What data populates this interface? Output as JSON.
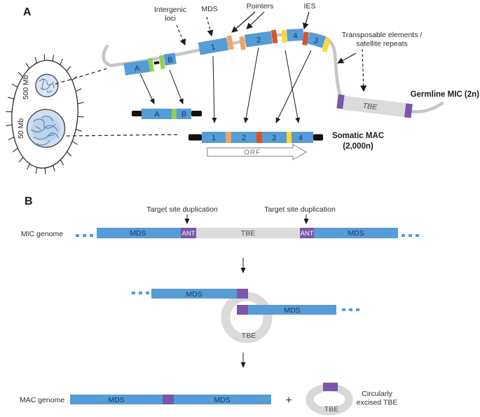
{
  "panel_a": {
    "label": "A",
    "cell": {
      "mic_genome_size": "500 Mb",
      "mac_genome_size": "50 Mb"
    },
    "labels": {
      "intergenic_line1": "Intergenic",
      "intergenic_line2": "loci",
      "mds": "MDS",
      "pointers": "Pointers",
      "ies": "IES",
      "transposable_line1": "Transposable elements /",
      "transposable_line2": "satellite repeats",
      "germline": "Germline MIC (2n)",
      "somatic_line1": "Somatic MAC",
      "somatic_line2": "(2,000n)",
      "tbe": "TBE",
      "orf": "ORF"
    },
    "germline_segments": {
      "a": "A",
      "b": "B",
      "s1": "1",
      "s2": "2",
      "s4": "4",
      "s3": "3"
    },
    "mac_gene_segments": {
      "a": "A",
      "b": "B"
    },
    "mac_orf_segments": {
      "s1": "1",
      "s2": "2",
      "s3": "3",
      "s4": "4"
    }
  },
  "panel_b": {
    "label": "B",
    "target_site_duplication": "Target site duplication",
    "mic_genome": "MIC genome",
    "mac_genome": "MAC genome",
    "mds": "MDS",
    "ant": "ANT",
    "tbe": "TBE",
    "plus": "+",
    "circular_line1": "Circularly",
    "circular_line2": "excised TBE"
  },
  "colors": {
    "mds_blue": "#569CD6",
    "pointer_green": "#8FD14F",
    "pointer_orange": "#F0A368",
    "pointer_yellow": "#FFD82E",
    "ies_red": "#D9512C",
    "ant_purple": "#7A57A8",
    "tbe_gray": "#DBDBDB",
    "chromatin_gray": "#C6C6C6",
    "segment_text_navy": "#17365D"
  }
}
